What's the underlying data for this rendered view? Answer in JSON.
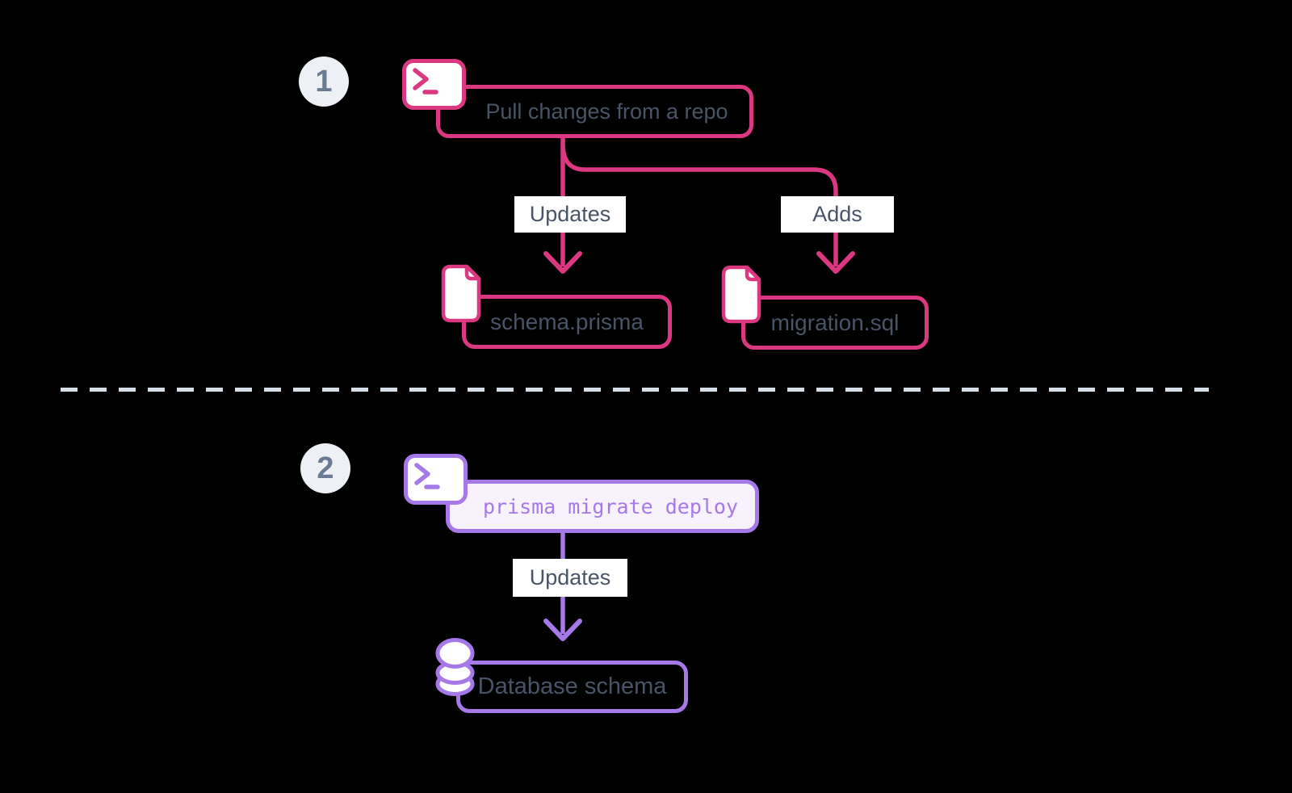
{
  "colors": {
    "pink": "#dc3882",
    "purple": "#a678e8",
    "purple_fill": "#f8f2fd",
    "slate": "#4a5468",
    "circle_fill": "#edf1f5",
    "circle_text": "#6b7b94",
    "divider": "#d5dde6",
    "white": "#ffffff",
    "background": "#000000"
  },
  "icons": {
    "terminal": "terminal-prompt-icon",
    "file": "document-file-icon",
    "database": "database-cylinder-icon"
  },
  "section1": {
    "step": "1",
    "command": "Pull changes from a repo",
    "branches": [
      {
        "edge_label": "Updates",
        "node_label": "schema.prisma"
      },
      {
        "edge_label": "Adds",
        "node_label": "migration.sql"
      }
    ]
  },
  "section2": {
    "step": "2",
    "command": "prisma migrate deploy",
    "edge_label": "Updates",
    "node_label": "Database schema"
  }
}
